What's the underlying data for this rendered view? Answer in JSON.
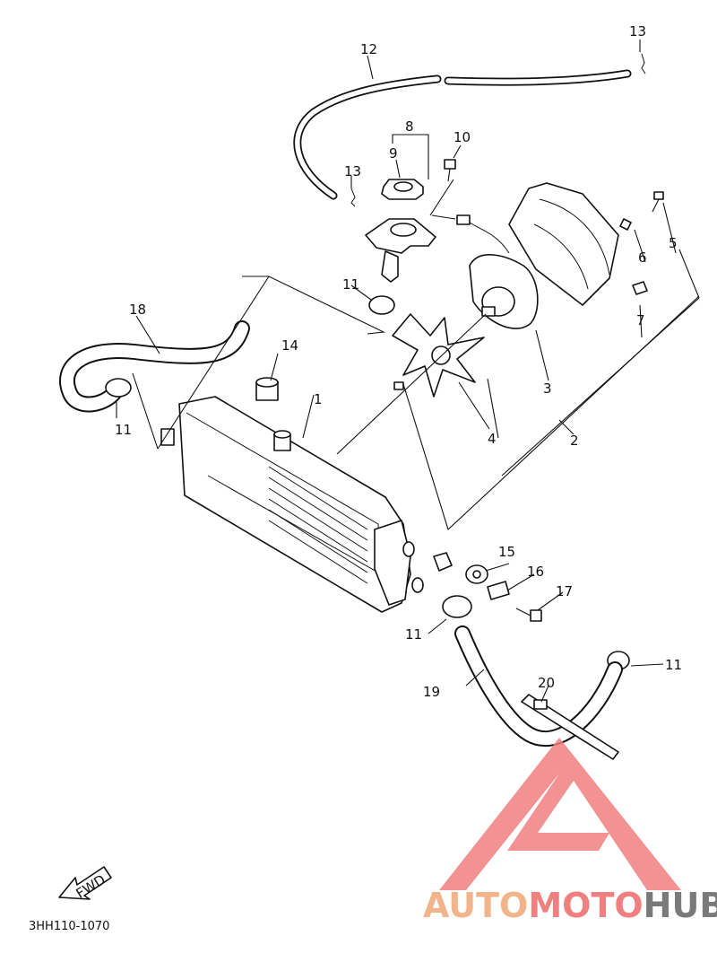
{
  "diagram": {
    "drawing_code": "3HH110-1070",
    "fwd_label": "FWD",
    "callouts": [
      "1",
      "2",
      "3",
      "4",
      "5",
      "6",
      "7",
      "8",
      "9",
      "10",
      "11",
      "12",
      "13",
      "14",
      "15",
      "16",
      "17",
      "18",
      "19",
      "20"
    ],
    "callout_11": "11",
    "callout_13": "13"
  },
  "watermark": {
    "part1": "AUTO",
    "part2": "MOTO",
    "part3": "HUB",
    "colors": {
      "orange": "#f2b48a",
      "red": "#f07f7f",
      "grey": "#7a7a7a"
    }
  }
}
